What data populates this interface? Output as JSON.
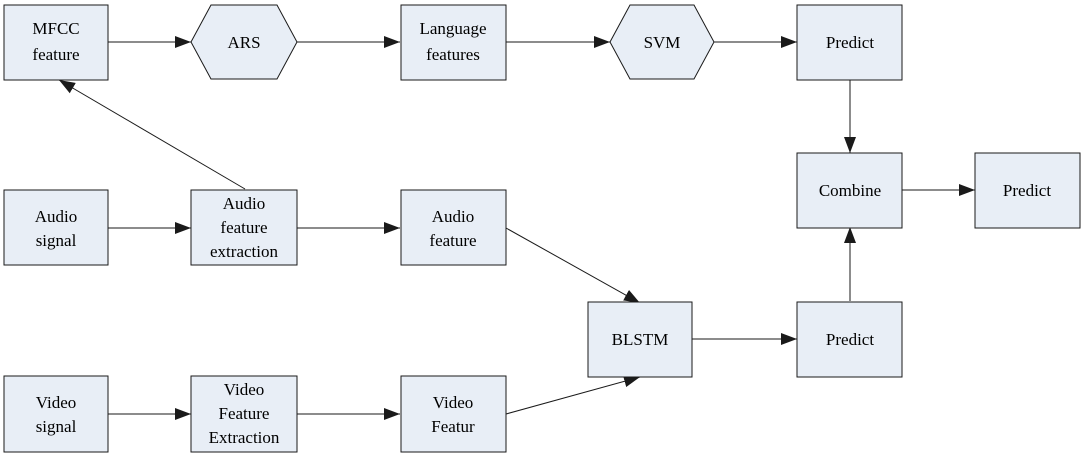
{
  "nodes": {
    "mfcc": {
      "lines": [
        "MFCC",
        "feature"
      ]
    },
    "ars": {
      "lines": [
        "ARS"
      ]
    },
    "language": {
      "lines": [
        "Language",
        "features"
      ]
    },
    "svm": {
      "lines": [
        "SVM"
      ]
    },
    "predict_top": {
      "lines": [
        "Predict"
      ]
    },
    "audio_signal": {
      "lines": [
        "Audio",
        "signal"
      ]
    },
    "audio_extraction": {
      "lines": [
        "Audio",
        "feature",
        "extraction"
      ]
    },
    "audio_feature": {
      "lines": [
        "Audio",
        "feature"
      ]
    },
    "combine": {
      "lines": [
        "Combine"
      ]
    },
    "predict_final": {
      "lines": [
        "Predict"
      ]
    },
    "blstm": {
      "lines": [
        "BLSTM"
      ]
    },
    "predict_mid": {
      "lines": [
        "Predict"
      ]
    },
    "video_signal": {
      "lines": [
        "Video",
        "signal"
      ]
    },
    "video_extraction": {
      "lines": [
        "Video",
        "Feature",
        "Extraction"
      ]
    },
    "video_feature": {
      "lines": [
        "Video",
        "Featur"
      ]
    }
  },
  "edges": [
    [
      "mfcc",
      "ars"
    ],
    [
      "ars",
      "language"
    ],
    [
      "language",
      "svm"
    ],
    [
      "svm",
      "predict_top"
    ],
    [
      "predict_top",
      "combine"
    ],
    [
      "audio_extraction",
      "mfcc"
    ],
    [
      "audio_signal",
      "audio_extraction"
    ],
    [
      "audio_extraction",
      "audio_feature"
    ],
    [
      "audio_feature",
      "blstm"
    ],
    [
      "video_signal",
      "video_extraction"
    ],
    [
      "video_extraction",
      "video_feature"
    ],
    [
      "video_feature",
      "blstm"
    ],
    [
      "blstm",
      "predict_mid"
    ],
    [
      "predict_mid",
      "combine"
    ],
    [
      "combine",
      "predict_final"
    ]
  ]
}
